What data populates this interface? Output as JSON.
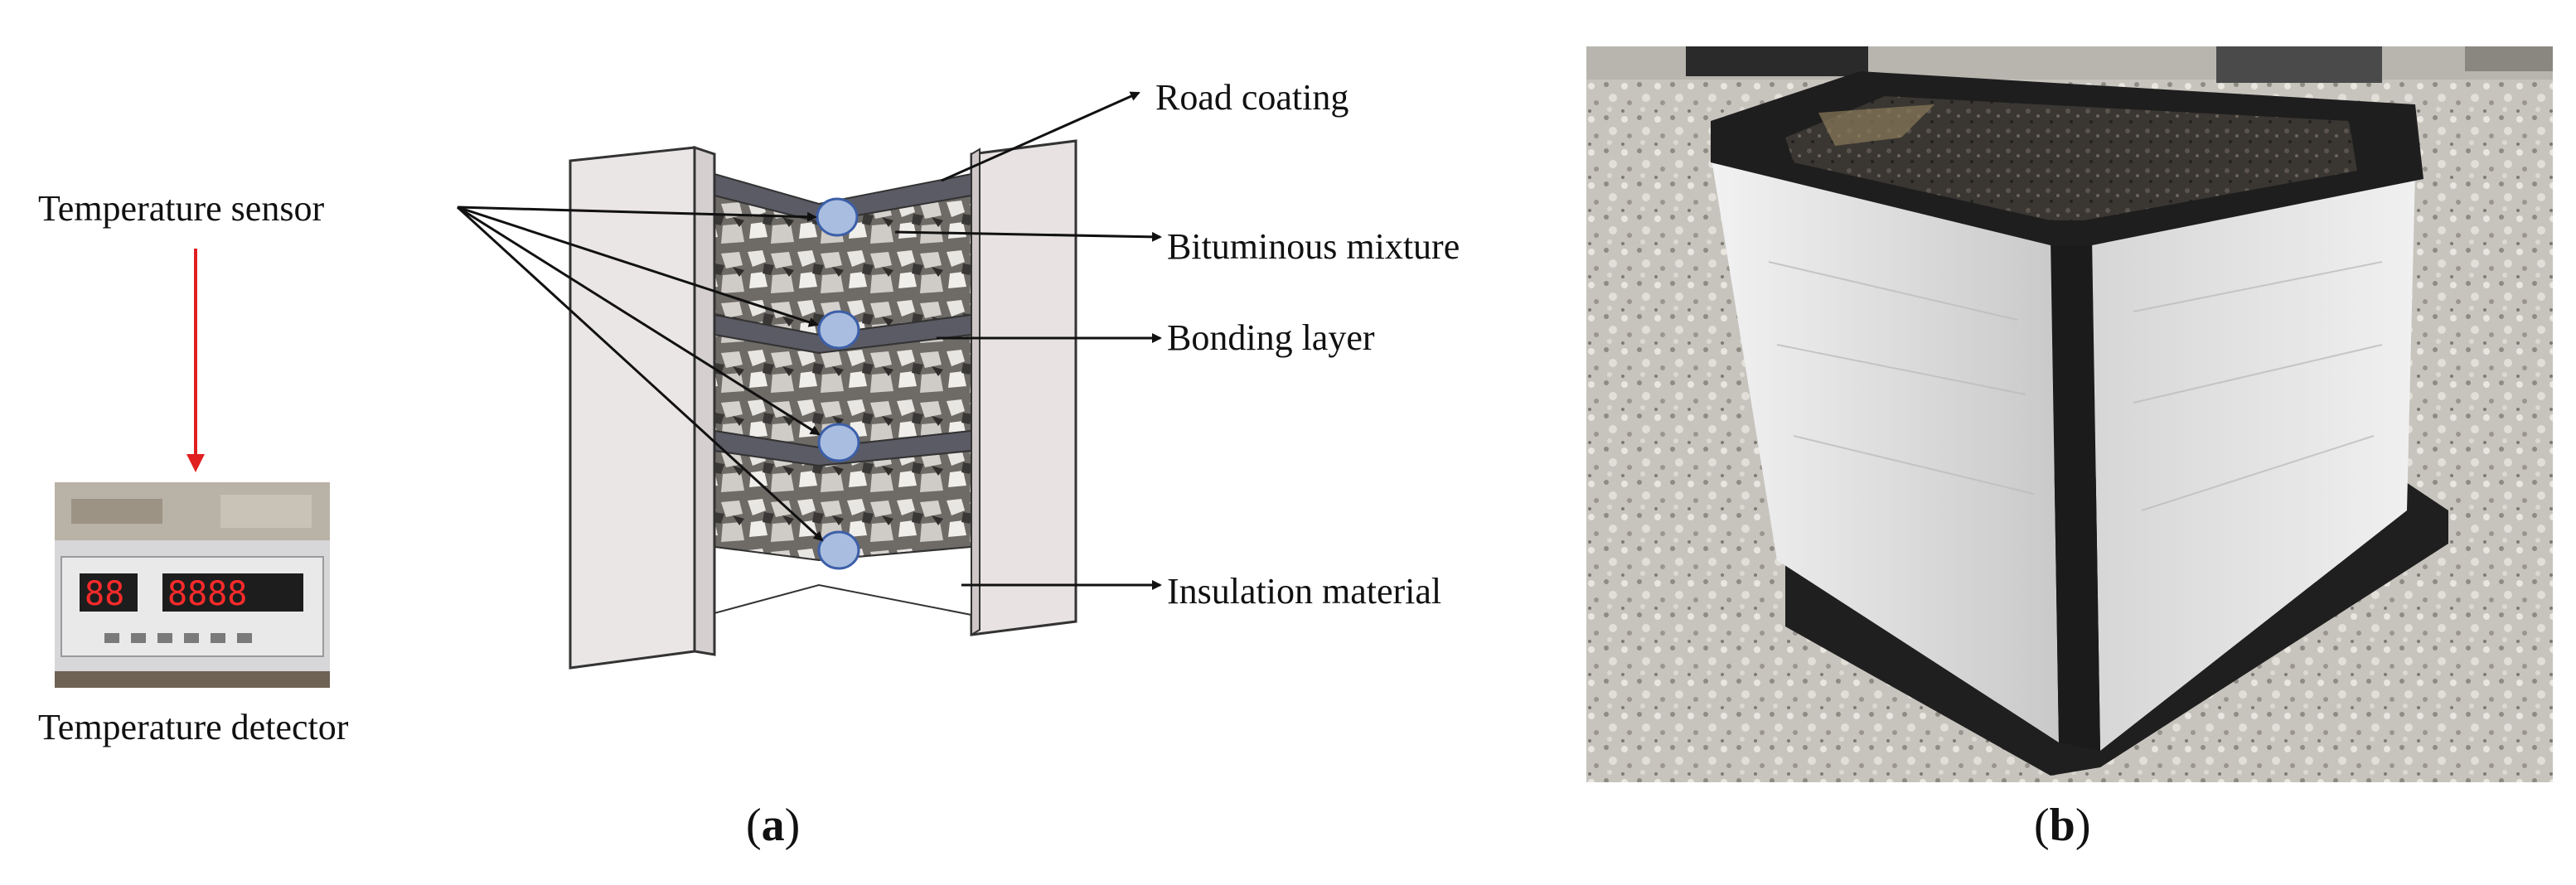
{
  "labels": {
    "temperature_sensor": "Temperature sensor",
    "temperature_detector": "Temperature detector",
    "road_coating": "Road coating",
    "bituminous_mixture": "Bituminous mixture",
    "bonding_layer": "Bonding layer",
    "insulation_material": "Insulation material"
  },
  "panels": {
    "a": {
      "open": "(",
      "letter": "a",
      "close": ")"
    },
    "b": {
      "open": "(",
      "letter": "b",
      "close": ")"
    }
  },
  "detector_display": {
    "left_digits": "88",
    "right_digits": "8888"
  },
  "colors": {
    "red_arrow": "#e02020",
    "sensor_fill": "#a9bde0",
    "sensor_stroke": "#3c5fa8",
    "asphalt": "#2a2a2a",
    "foil": "#d9d9d9",
    "floor": "#bfbfbf"
  }
}
